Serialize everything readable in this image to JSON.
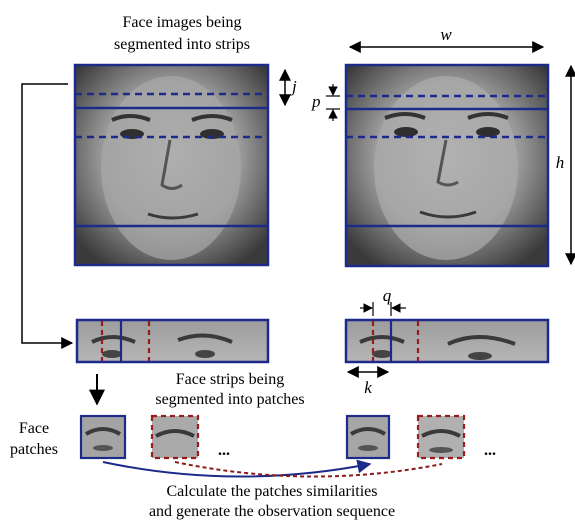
{
  "captions": {
    "segmented_strips": [
      "Face images being",
      "segmented into strips"
    ],
    "segmented_patches": [
      "Face strips being",
      "segmented into patches"
    ],
    "face_patches": [
      "Face",
      "patches"
    ],
    "similarity": [
      "Calculate the patches similarities",
      "and generate the observation sequence"
    ]
  },
  "symbols": {
    "w": "w",
    "h": "h",
    "j": "j",
    "p": "p",
    "q": "q",
    "k": "k"
  },
  "ellipsis": "...",
  "colors": {
    "frame": "#1c2a8a",
    "dashed_blue": "#1c2a8a",
    "dashed_red": "#9b1b1b",
    "solid_arc": "#1c2a8a",
    "dashed_arc": "#8b1a1a",
    "face_bg": "#8e8e8e"
  }
}
